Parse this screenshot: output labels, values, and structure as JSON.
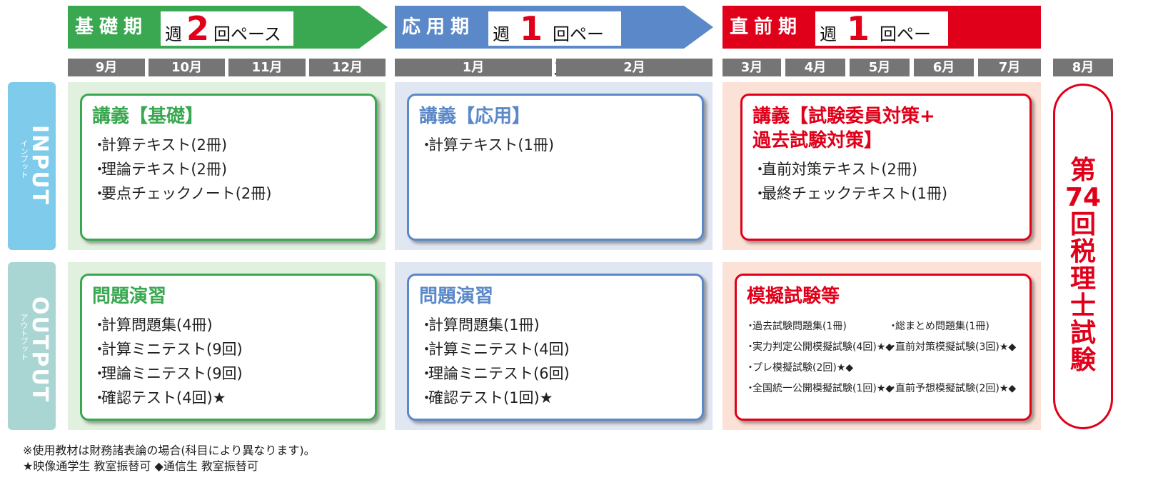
{
  "colors": {
    "green": "#3aa851",
    "blue": "#5a88c8",
    "red": "#e0001a",
    "month_gray": "#757575",
    "green_bg": "#e2f0df",
    "blue_bg": "#e0e6f2",
    "red_bg": "#fbe1d6",
    "input_side": "#7ecbeb",
    "output_side": "#a9d6d3"
  },
  "phases": [
    {
      "name": "基礎期",
      "week": "週",
      "num": "2",
      "pace": "回ペース"
    },
    {
      "name": "応用期",
      "week": "週",
      "num": "1",
      "pace": "回ペース"
    },
    {
      "name": "直前期",
      "week": "週",
      "num": "1",
      "pace": "回ペース"
    }
  ],
  "months": [
    "9月",
    "10月",
    "11月",
    "12月",
    "1月",
    "2月",
    "3月",
    "4月",
    "5月",
    "6月",
    "7月",
    "8月"
  ],
  "side": {
    "input": {
      "label": "INPUT",
      "sub": "インプット"
    },
    "output": {
      "label": "OUTPUT",
      "sub": "アウトプット"
    }
  },
  "input": {
    "basic": {
      "title": "講義【基礎】",
      "items": [
        "計算テキスト(2冊)",
        "理論テキスト(2冊)",
        "要点チェックノート(2冊)"
      ]
    },
    "applied": {
      "title": "講義【応用】",
      "items": [
        "計算テキスト(1冊)"
      ]
    },
    "final": {
      "title_line1": "講義【試験委員対策+",
      "title_line2": "過去試験対策】",
      "items": [
        "直前対策テキスト(2冊)",
        "最終チェックテキスト(1冊)"
      ]
    }
  },
  "output": {
    "basic": {
      "title": "問題演習",
      "items": [
        "計算問題集(4冊)",
        "計算ミニテスト(9回)",
        "理論ミニテスト(9回)",
        "確認テスト(4回)★"
      ]
    },
    "applied": {
      "title": "問題演習",
      "items": [
        "計算問題集(1冊)",
        "計算ミニテスト(4回)",
        "理論ミニテスト(6回)",
        "確認テスト(1回)★"
      ]
    },
    "final": {
      "title": "模擬試験等",
      "items_left": [
        "過去試験問題集(1冊)",
        "実力判定公開模擬試験(4回)★◆",
        "プレ模擬試験(2回)★◆",
        "全国統一公開模擬試験(1回)★◆"
      ],
      "items_right": [
        "総まとめ問題集(1冊)",
        "直前対策模擬試験(3回)★◆",
        "直前予想模擬試験(2回)★◆"
      ]
    }
  },
  "exam": {
    "title": "第74回税理士試験"
  },
  "notes": [
    "※使用教材は財務諸表論の場合(科目により異なります)。",
    "★映像通学生 教室振替可 ◆通信生 教室振替可"
  ]
}
